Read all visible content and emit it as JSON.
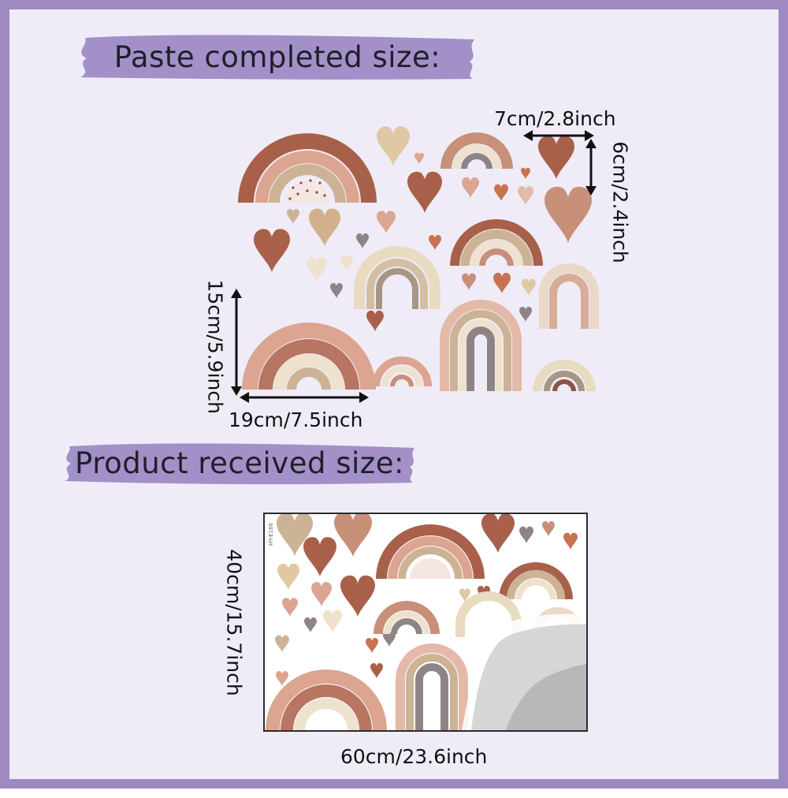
{
  "banners": {
    "completed_label": "Paste completed size:",
    "received_label": "Product received size:"
  },
  "dimensions": {
    "small_heart_width": "7cm/2.8inch",
    "small_heart_height": "6cm/2.4inch",
    "big_rainbow_height": "15cm/5.9inch",
    "big_rainbow_width": "19cm/7.5inch",
    "sheet_height": "40cm/15.7inch",
    "sheet_width": "60cm/23.6inch"
  },
  "sheet": {
    "sku": "HY-E166"
  },
  "colors": {
    "frame": "#9e89c2",
    "background": "#efecf8",
    "banner": "#a390c8",
    "terracotta": "#a9604a",
    "blush": "#dba591",
    "sand": "#cdb395",
    "taupe": "#8f8485",
    "cream": "#eee1cd"
  }
}
